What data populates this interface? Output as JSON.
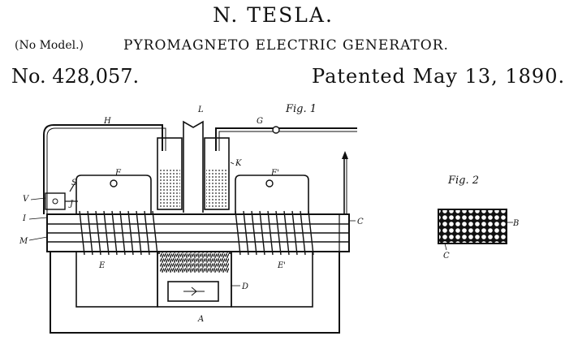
{
  "header": {
    "inventor": "N. TESLA.",
    "no_model": "(No Model.)",
    "title": "PYROMAGNETO ELECTRIC GENERATOR.",
    "patent_number": "No. 428,057.",
    "patented": "Patented May 13, 1890."
  },
  "figures": {
    "fig1_label": "Fig. 1",
    "fig2_label": "Fig. 2",
    "fig1_refs": {
      "H": "H",
      "L": "L",
      "G": "G",
      "K": "K",
      "F": "F",
      "F_prime": "F'",
      "S": "S",
      "J": "J",
      "V": "V",
      "I": "I",
      "M": "M",
      "C": "C",
      "E": "E",
      "E_prime": "E'",
      "D": "D",
      "A": "A"
    },
    "fig2_refs": {
      "B": "B",
      "C": "C"
    }
  }
}
